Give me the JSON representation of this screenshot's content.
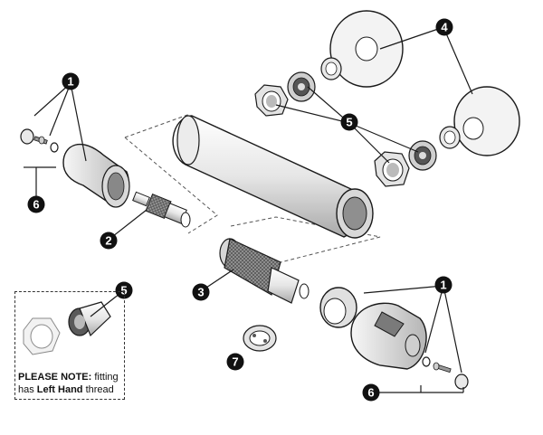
{
  "callouts": {
    "c1_left": "1",
    "c1_right": "1",
    "c2": "2",
    "c3": "3",
    "c4": "4",
    "c5_main": "5",
    "c5_inset": "5",
    "c6_left": "6",
    "c6_right": "6",
    "c7": "7"
  },
  "note": {
    "lead": "PLEASE NOTE:",
    "text_1": " fitting",
    "text_2": "has ",
    "emphasis": "Left Hand",
    "text_3": " thread"
  },
  "colors": {
    "callout": "#111111",
    "line": "#1a1a1a",
    "part_fill": "#f4f4f4",
    "part_shade": "#c9c9c9",
    "dash": "#555555"
  }
}
